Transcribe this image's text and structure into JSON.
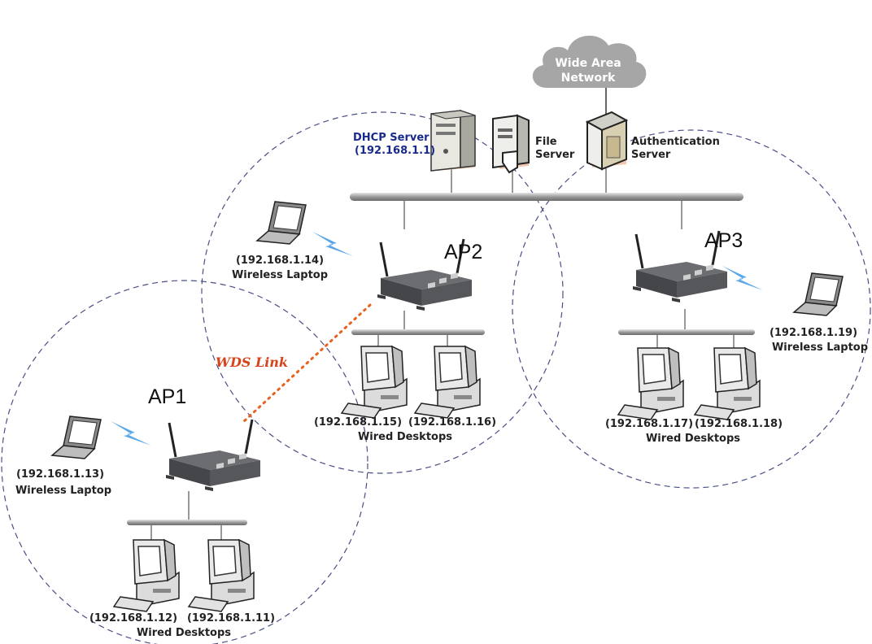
{
  "wan": {
    "line1": "Wide Area",
    "line2": "Network"
  },
  "servers": {
    "dhcp": {
      "name": "DHCP Server",
      "ip": "(192.168.1.1)"
    },
    "file": {
      "line1": "File",
      "line2": "Server"
    },
    "auth": {
      "line1": "Authentication",
      "line2": "Server"
    }
  },
  "access_points": {
    "ap1": "AP1",
    "ap2": "AP2",
    "ap3": "AP3"
  },
  "wds_link": "WDS Link",
  "laptops": {
    "ap1": {
      "ip": "(192.168.1.13)",
      "label": "Wireless Laptop"
    },
    "ap2": {
      "ip": "(192.168.1.14)",
      "label": "Wireless Laptop"
    },
    "ap3": {
      "ip": "(192.168.1.19)",
      "label": "Wireless Laptop"
    }
  },
  "desktops": {
    "ap1": {
      "ip_left": "(192.168.1.12)",
      "ip_right": "(192.168.1.11)",
      "label": "Wired Desktops"
    },
    "ap2": {
      "ip_left": "(192.168.1.15)",
      "ip_right": "(192.168.1.16)",
      "label": "Wired Desktops"
    },
    "ap3": {
      "ip_left": "(192.168.1.17)",
      "ip_right": "(192.168.1.18)",
      "label": "Wired Desktops"
    }
  }
}
